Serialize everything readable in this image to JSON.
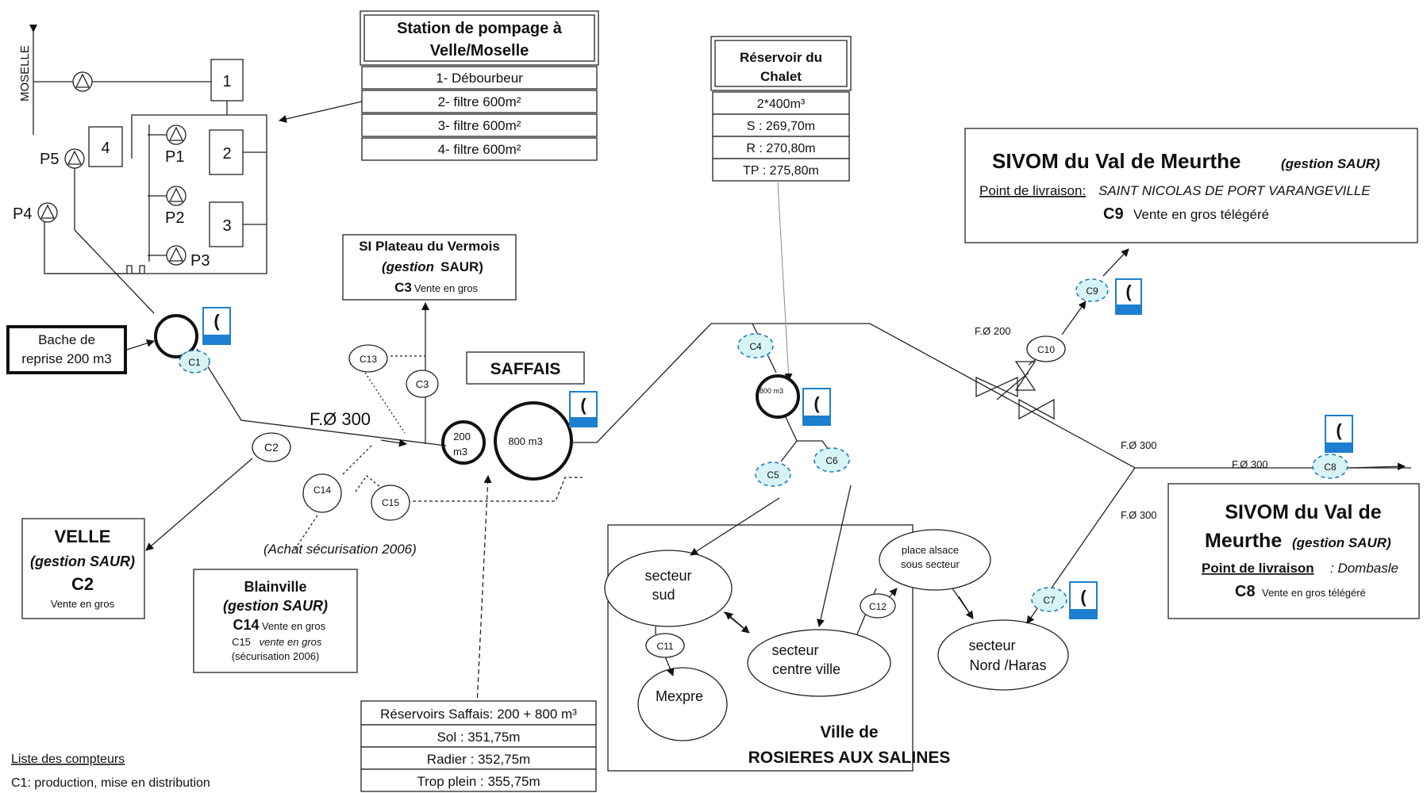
{
  "station": {
    "title1": "Station de pompage à",
    "title2": "Velle/Moselle",
    "rows": [
      "1- Débourbeur",
      "2- filtre 600m²",
      "3- filtre 600m²",
      "4- filtre 600m²"
    ]
  },
  "plant": {
    "river": "MOSELLE",
    "units": [
      "1",
      "2",
      "3",
      "4"
    ],
    "pumps": [
      "P1",
      "P2",
      "P3",
      "P4",
      "P5"
    ]
  },
  "bache": {
    "line1": "Bache de",
    "line2": "reprise 200 m3"
  },
  "chalet": {
    "title1": "Réservoir du",
    "title2": "Chalet",
    "rows": [
      "2*400m³",
      "S : 269,70m",
      "R : 270,80m",
      "TP : 275,80m"
    ],
    "tank_label": "800 m3"
  },
  "sivom_top": {
    "title": "SIVOM du Val de Meurthe",
    "gestion": "(gestion SAUR)",
    "point_label": "Point de livraison:",
    "point_value": "SAINT NICOLAS DE PORT VARANGEVILLE",
    "code": "C9",
    "desc": "Vente en gros télégéré"
  },
  "vermois": {
    "title": "SI Plateau du Vermois",
    "gestion_a": "(gestion",
    "gestion_b": "SAUR)",
    "code": "C3",
    "desc": "Vente en gros"
  },
  "saffais": {
    "label": "SAFFAIS",
    "tank_small": "200",
    "tank_small2": "m3",
    "tank_big": "800 m3"
  },
  "pipes": {
    "main": "F.Ø 300",
    "c10_branch": "F.Ø 200",
    "right1": "F.Ø 300",
    "right2": "F.Ø 300",
    "right3": "F.Ø 300"
  },
  "velle": {
    "title": "VELLE",
    "gestion": "(gestion SAUR)",
    "code": "C2",
    "desc": "Vente en gros"
  },
  "achat": "(Achat sécurisation 2006)",
  "blainville": {
    "title": "Blainville",
    "gestion": "(gestion SAUR)",
    "code": "C14",
    "desc": "Vente en gros",
    "c15_line": "C15",
    "c15_desc": "vente en gros",
    "secu": "(sécurisation 2006)"
  },
  "saffais_res": {
    "rows": [
      "Réservoirs Saffais: 200 + 800 m³",
      "Sol : 351,75m",
      "Radier : 352,75m",
      "Trop plein : 355,75m"
    ]
  },
  "sivom_right": {
    "title1": "SIVOM du Val de",
    "title2": "Meurthe",
    "gestion": "(gestion SAUR)",
    "point_label": "Point de livraison",
    "point_value": ": Dombasle",
    "code": "C8",
    "desc": "Vente en gros télégéré"
  },
  "rosieres": {
    "title1": "Ville de",
    "title2": "ROSIERES AUX SALINES",
    "secteur_sud": [
      "secteur",
      "sud"
    ],
    "centre": [
      "secteur",
      "centre ville"
    ],
    "alsace": [
      "place alsace",
      "sous secteur"
    ],
    "nord": [
      "secteur",
      "Nord /Haras"
    ],
    "mexpre": "Mexpre"
  },
  "meters": {
    "c1": "C1",
    "c2": "C2",
    "c3": "C3",
    "c4": "C4",
    "c5": "C5",
    "c6": "C6",
    "c7": "C7",
    "c8": "C8",
    "c9": "C9",
    "c10": "C10",
    "c11": "C11",
    "c12": "C12",
    "c13": "C13",
    "c14": "C14",
    "c15": "C15"
  },
  "legend": {
    "title": "Liste des compteurs",
    "c1": "C1: production, mise en distribution"
  },
  "icons": [
    "telemetry-phone-icon",
    "pump-icon",
    "valve-icon"
  ],
  "colors": {
    "telemetry": "#1d7fcf",
    "meter_fill": "#d8f3f6",
    "meter_stroke": "#1a7fb8"
  }
}
